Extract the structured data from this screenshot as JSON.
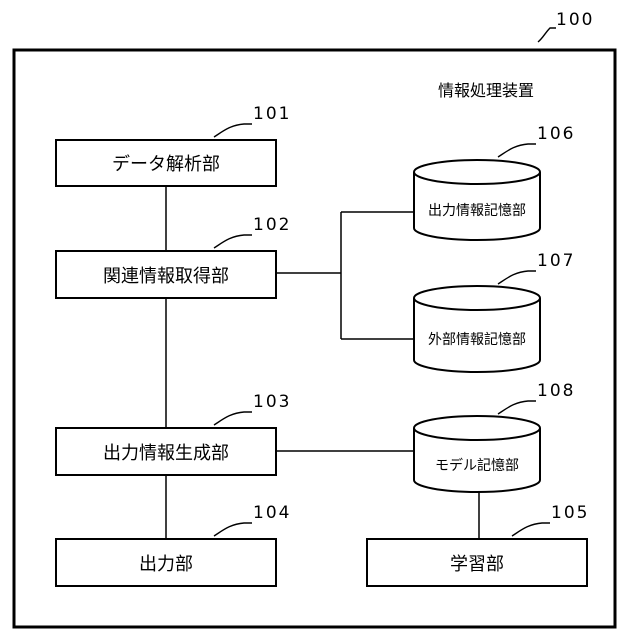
{
  "device": {
    "ref": "100",
    "title": "情報処理装置"
  },
  "blocks": [
    {
      "ref": "101",
      "label": "データ解析部"
    },
    {
      "ref": "102",
      "label": "関連情報取得部"
    },
    {
      "ref": "103",
      "label": "出力情報生成部"
    },
    {
      "ref": "104",
      "label": "出力部"
    },
    {
      "ref": "105",
      "label": "学習部"
    }
  ],
  "storages": [
    {
      "ref": "106",
      "label": "出力情報記憶部"
    },
    {
      "ref": "107",
      "label": "外部情報記憶部"
    },
    {
      "ref": "108",
      "label": "モデル記憶部"
    }
  ]
}
